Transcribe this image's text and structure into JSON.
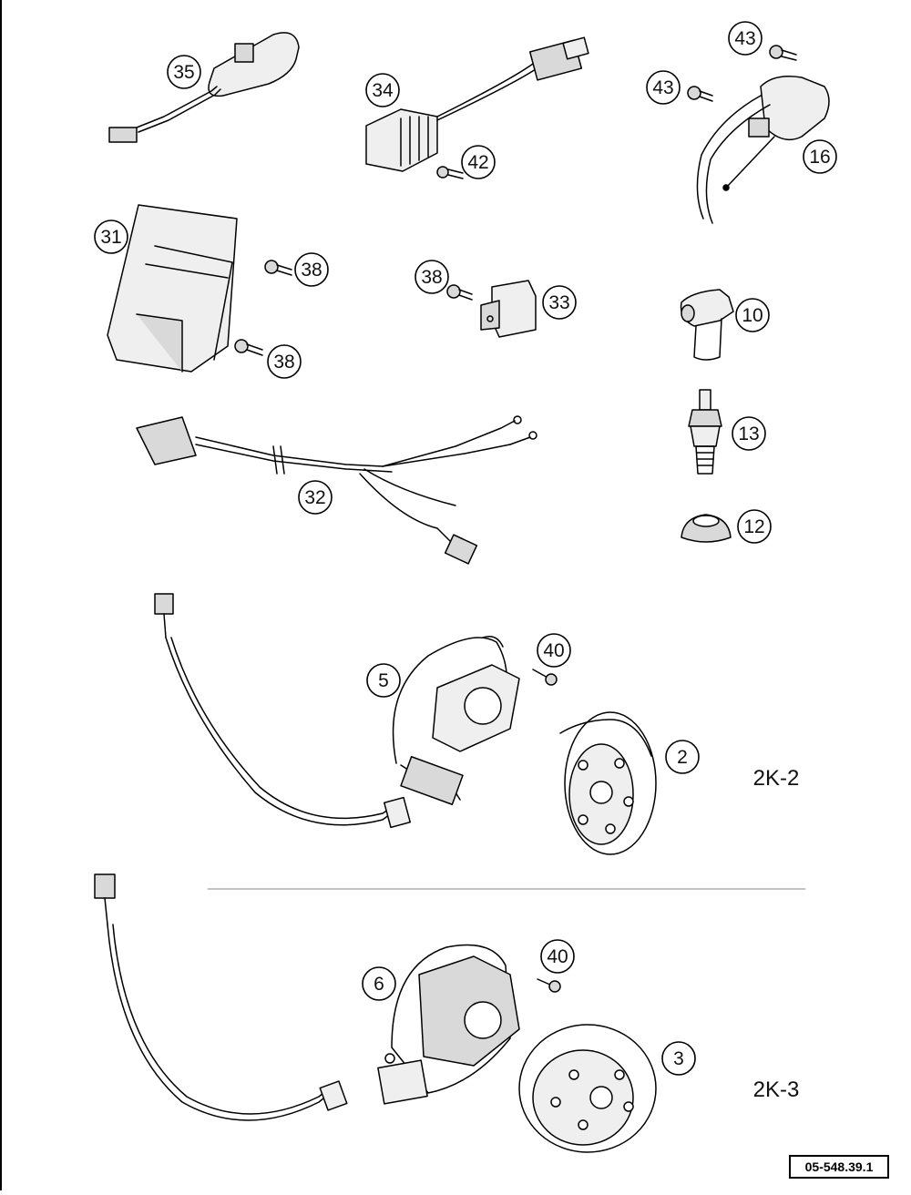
{
  "callouts": [
    "35",
    "34",
    "43",
    "43",
    "42",
    "16",
    "31",
    "38",
    "38",
    "38",
    "33",
    "10",
    "13",
    "32",
    "12",
    "40",
    "5",
    "2",
    "40",
    "6",
    "3"
  ],
  "variants": [
    "2K-2",
    "2K-3"
  ],
  "reference": "05-548.39.1",
  "colors": {
    "line": "#000000",
    "shade": "#d9d9d9",
    "light": "#efefef",
    "background": "#ffffff"
  }
}
